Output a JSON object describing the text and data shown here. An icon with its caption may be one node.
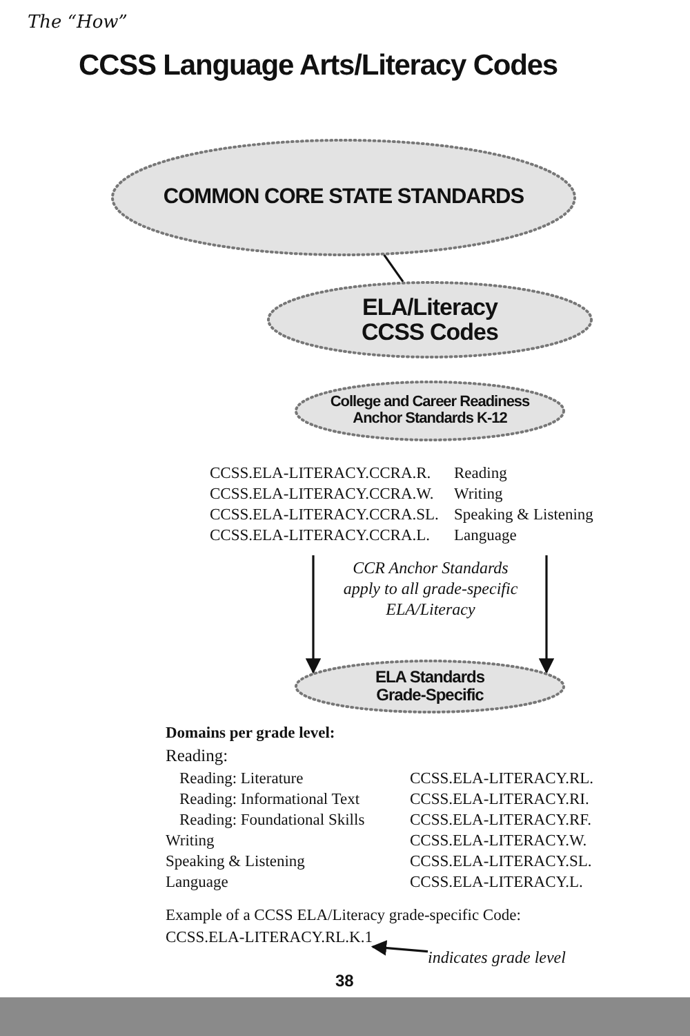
{
  "diagram": {
    "title": "CCSS Language Arts/Literacy Codes",
    "nodes": [
      {
        "text": [
          "COMMON CORE STATE STANDARDS"
        ]
      },
      {
        "text": [
          "ELA/Literacy CCSS Codes"
        ]
      },
      {
        "text": [
          "College and Career Readiness Anchor Standards K-12"
        ]
      },
      {
        "text": [
          "ELA Standards Grade-Specific"
        ]
      },
      {
        "text": [
          "CCSS.ELA-LITERACY.RL.K.1"
        ]
      },
      {
        "text": [
          "indicates grade level"
        ]
      }
    ],
    "edges": [
      {
        "from": 0,
        "to": 1,
        "arrow": "none"
      },
      {
        "from": null,
        "to": 3,
        "arrow": "to"
      },
      {
        "from": null,
        "to": 3,
        "arrow": "to"
      },
      {
        "from": 5,
        "to": 4,
        "arrow": "to"
      }
    ],
    "labels": [
      "The “How”",
      "CCSS.ELA-LITERACY.CCRA.R.",
      "Reading",
      "CCSS.ELA-LITERACY.CCRA.W.",
      "Writing",
      "CCSS.ELA-LITERACY.CCRA.SL.",
      "Speaking & Listening",
      "CCSS.ELA-LITERACY.CCRA.L.",
      "Language",
      "CCR Anchor Standards apply to all grade-specific ELA/Literacy",
      "Domains per grade level:",
      "Reading:",
      "Reading: Literature",
      "CCSS.ELA-LITERACY.RL.",
      "Reading: Informational Text",
      "CCSS.ELA-LITERACY.RI.",
      "Reading: Foundational Skills",
      "CCSS.ELA-LITERACY.RF.",
      "Writing",
      "CCSS.ELA-LITERACY.W.",
      "Speaking & Listening",
      "CCSS.ELA-LITERACY.SL.",
      "Language",
      "CCSS.ELA-LITERACY.L.",
      "Example of a CCSS ELA/Literacy grade-specific Code:",
      "38"
    ]
  }
}
